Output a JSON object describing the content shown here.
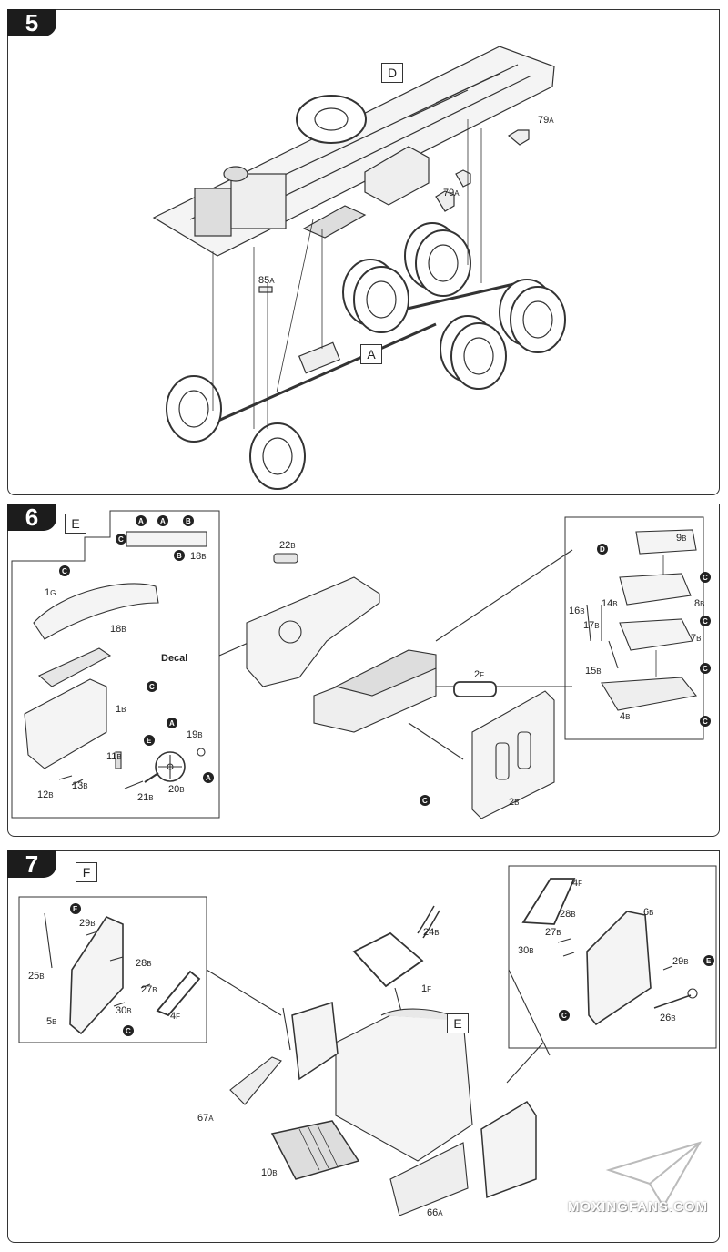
{
  "steps": [
    {
      "number": "5",
      "callouts": {
        "d": "D",
        "a": "A"
      },
      "labels": [
        {
          "id": "79a_1",
          "main": "79",
          "sub": "A"
        },
        {
          "id": "79a_2",
          "main": "79",
          "sub": "A"
        },
        {
          "id": "85a",
          "main": "85",
          "sub": "A"
        }
      ]
    },
    {
      "number": "6",
      "callouts": {
        "e": "E"
      },
      "labels": [
        {
          "id": "18b_top",
          "main": "18",
          "sub": "B"
        },
        {
          "id": "1g",
          "main": "1",
          "sub": "G"
        },
        {
          "id": "18b",
          "main": "18",
          "sub": "B"
        },
        {
          "id": "decal",
          "text": "Decal"
        },
        {
          "id": "1b",
          "main": "1",
          "sub": "B"
        },
        {
          "id": "19b",
          "main": "19",
          "sub": "B"
        },
        {
          "id": "11b",
          "main": "11",
          "sub": "B"
        },
        {
          "id": "12b",
          "main": "12",
          "sub": "B"
        },
        {
          "id": "13b",
          "main": "13",
          "sub": "B"
        },
        {
          "id": "21b",
          "main": "21",
          "sub": "B"
        },
        {
          "id": "20b",
          "main": "20",
          "sub": "B"
        },
        {
          "id": "22b",
          "main": "22",
          "sub": "B"
        },
        {
          "id": "2f",
          "main": "2",
          "sub": "F"
        },
        {
          "id": "2b",
          "main": "2",
          "sub": "B"
        },
        {
          "id": "9b",
          "main": "9",
          "sub": "B"
        },
        {
          "id": "8b",
          "main": "8",
          "sub": "B"
        },
        {
          "id": "16b",
          "main": "16",
          "sub": "B"
        },
        {
          "id": "14b",
          "main": "14",
          "sub": "B"
        },
        {
          "id": "17b",
          "main": "17",
          "sub": "B"
        },
        {
          "id": "7b",
          "main": "7",
          "sub": "B"
        },
        {
          "id": "15b",
          "main": "15",
          "sub": "B"
        },
        {
          "id": "4b",
          "main": "4",
          "sub": "B"
        }
      ]
    },
    {
      "number": "7",
      "callouts": {
        "f": "F",
        "e": "E"
      },
      "labels": [
        {
          "id": "29b_l",
          "main": "29",
          "sub": "B"
        },
        {
          "id": "25b",
          "main": "25",
          "sub": "B"
        },
        {
          "id": "28b_l",
          "main": "28",
          "sub": "B"
        },
        {
          "id": "27b_l",
          "main": "27",
          "sub": "B"
        },
        {
          "id": "30b_l",
          "main": "30",
          "sub": "B"
        },
        {
          "id": "5b",
          "main": "5",
          "sub": "B"
        },
        {
          "id": "4f_l",
          "main": "4",
          "sub": "F"
        },
        {
          "id": "24b",
          "main": "24",
          "sub": "B"
        },
        {
          "id": "1f",
          "main": "1",
          "sub": "F"
        },
        {
          "id": "67a",
          "main": "67",
          "sub": "A"
        },
        {
          "id": "10b",
          "main": "10",
          "sub": "B"
        },
        {
          "id": "66a",
          "main": "66",
          "sub": "A"
        },
        {
          "id": "4f_r",
          "main": "4",
          "sub": "F"
        },
        {
          "id": "28b_r",
          "main": "28",
          "sub": "B"
        },
        {
          "id": "6b",
          "main": "6",
          "sub": "B"
        },
        {
          "id": "27b_r",
          "main": "27",
          "sub": "B"
        },
        {
          "id": "30b_r",
          "main": "30",
          "sub": "B"
        },
        {
          "id": "29b_r",
          "main": "29",
          "sub": "B"
        },
        {
          "id": "26b",
          "main": "26",
          "sub": "B"
        }
      ]
    }
  ],
  "markers": {
    "a": "A",
    "b": "B",
    "c": "C",
    "d": "D",
    "e": "E"
  },
  "watermark": "MOXINGFANS.COM",
  "colors": {
    "ink": "#222222",
    "tab": "#1c1c1c"
  }
}
